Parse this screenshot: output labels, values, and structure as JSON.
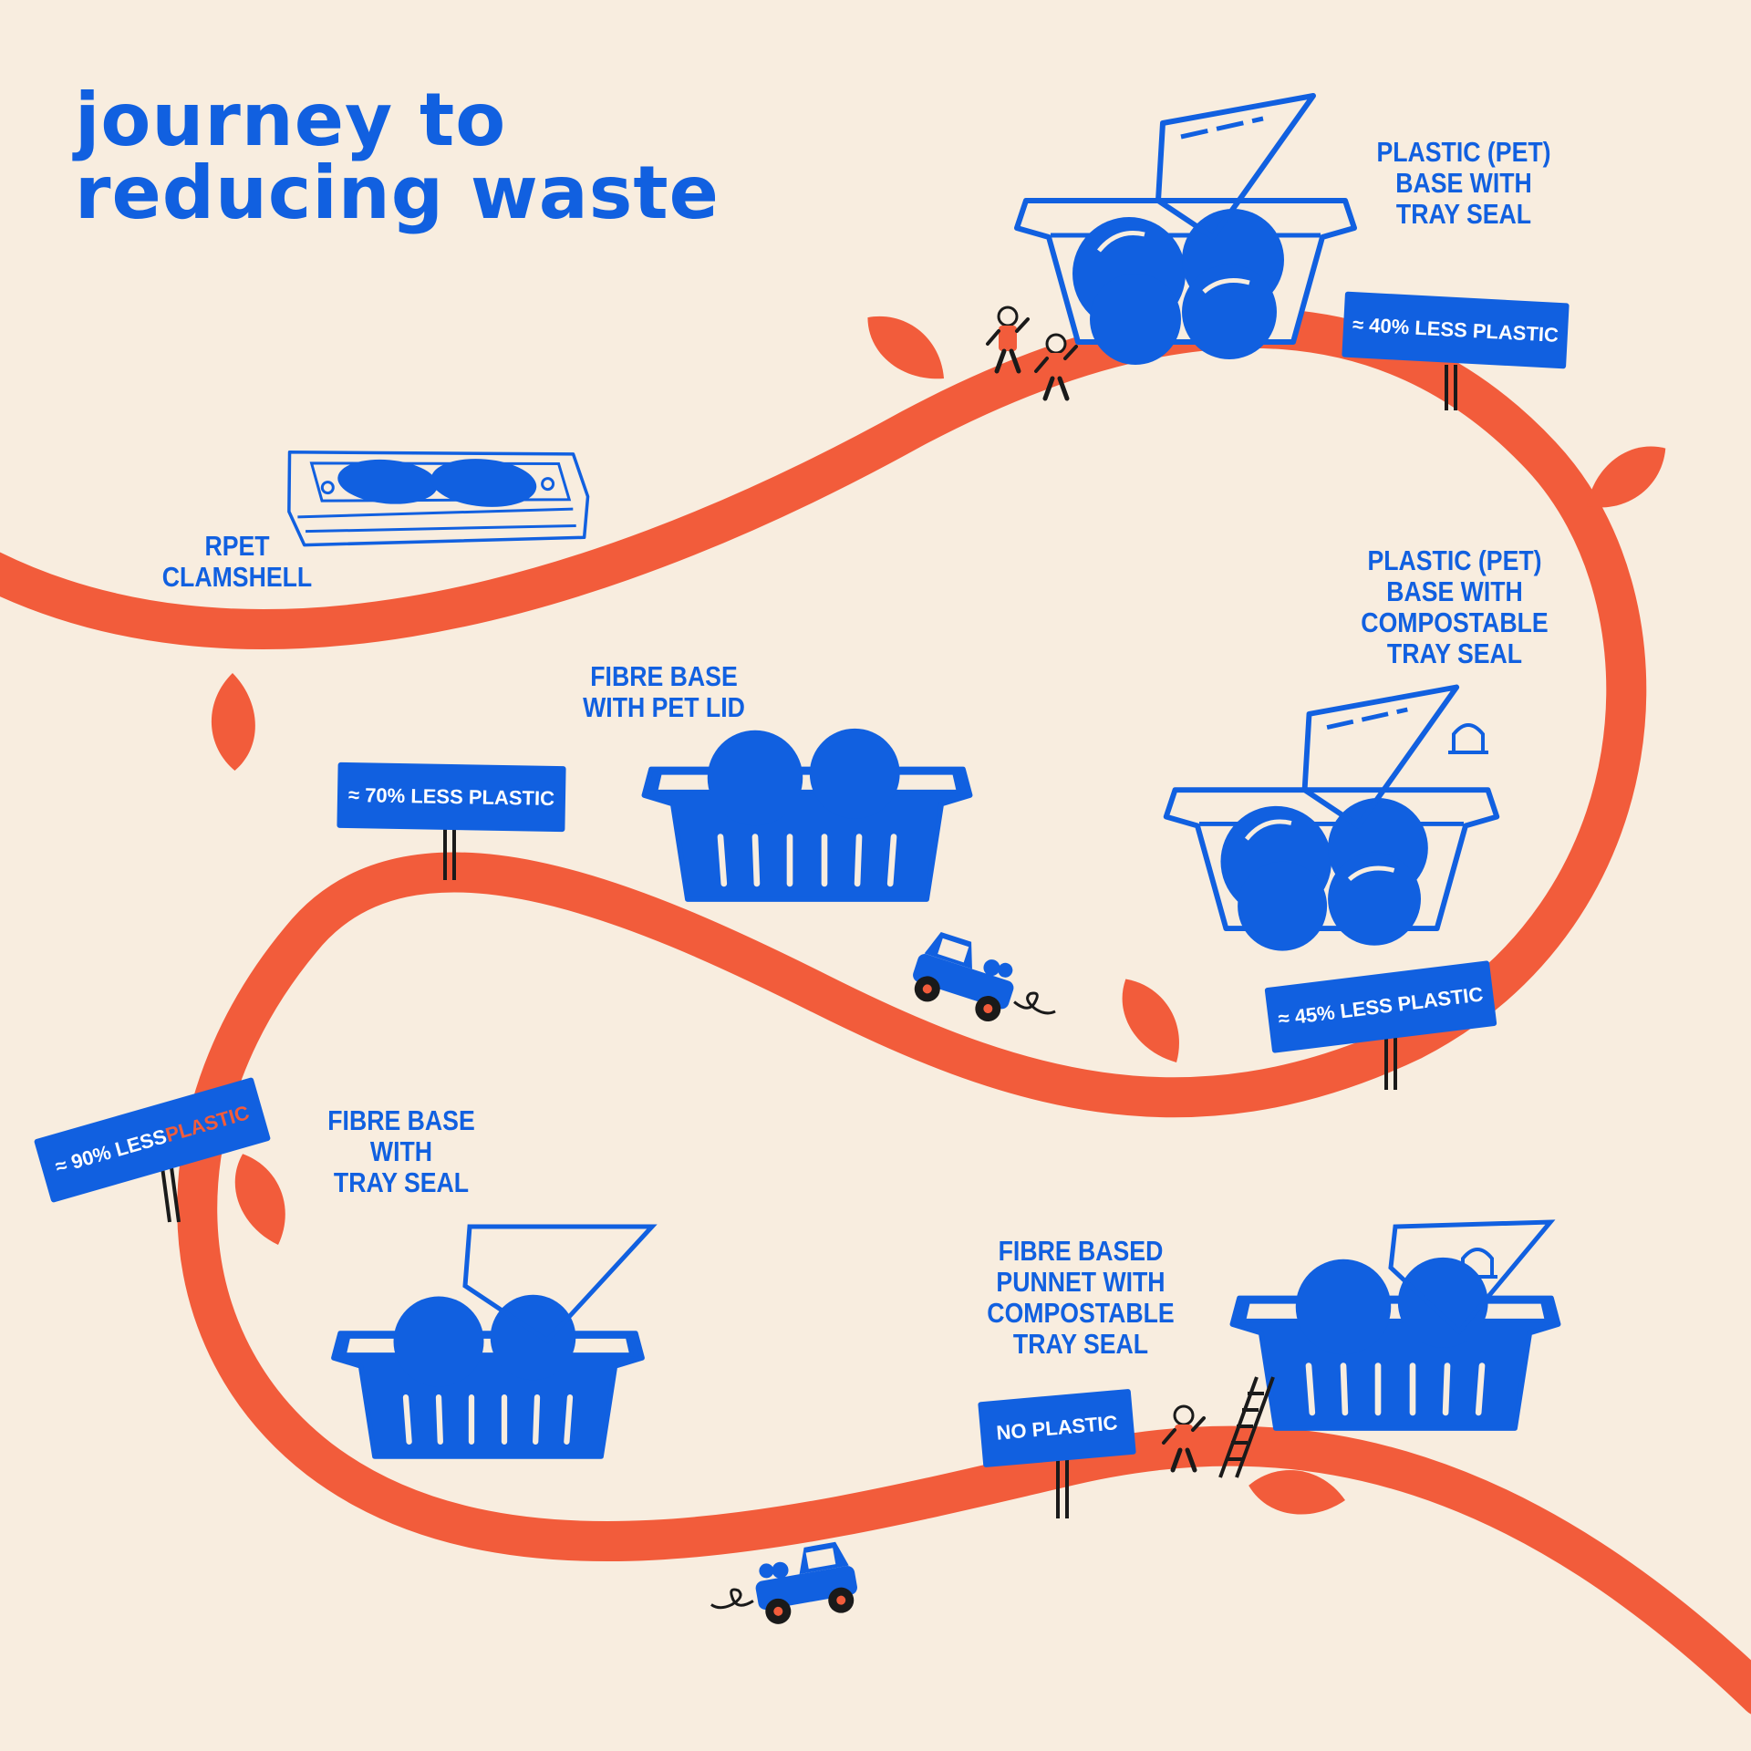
{
  "title": {
    "line1": "journey to",
    "line2": "reducing waste"
  },
  "colors": {
    "background": "#f8eddf",
    "path": "#f25c3b",
    "brand_blue": "#1160e0",
    "accent_highlight": "#f25c3b"
  },
  "stages": [
    {
      "label": "RPET\nCLAMSHELL"
    },
    {
      "label": "PLASTIC (PET)\nBASE WITH\nTRAY SEAL"
    },
    {
      "label": "PLASTIC (PET)\nBASE WITH\nCOMPOSTABLE\nTRAY SEAL"
    },
    {
      "label": "FIBRE BASE\nWITH PET LID"
    },
    {
      "label": "FIBRE BASE\nWITH\nTRAY SEAL"
    },
    {
      "label": "FIBRE BASED\nPUNNET WITH\nCOMPOSTABLE\nTRAY SEAL"
    }
  ],
  "signs": [
    {
      "text": "≈ 40% LESS PLASTIC"
    },
    {
      "text": "≈ 45% LESS PLASTIC"
    },
    {
      "text": "≈ 70% LESS PLASTIC"
    },
    {
      "text_prefix": "≈ 90% LESS ",
      "text_highlight": "PLASTIC"
    },
    {
      "text": "NO PLASTIC"
    }
  ],
  "icons": {
    "clamshell": "rpet-clamshell-icon",
    "tray": "tray-with-peeled-seal-icon",
    "punnet": "fibre-punnet-icon",
    "lid": "compostable-lid-icon",
    "leaf": "leaf-icon",
    "truck": "pickup-truck-icon",
    "person": "hiker-person-icon",
    "ladder": "ladder-icon"
  }
}
